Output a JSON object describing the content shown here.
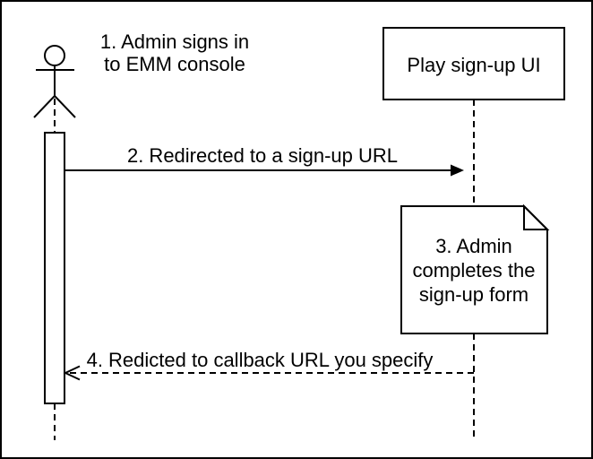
{
  "diagram": {
    "kind": "uml-sequence-diagram",
    "colors": {
      "background": "#ffffff",
      "stroke": "#000000",
      "text": "#000000",
      "note_fold": "#f2f2f2"
    },
    "actor": {
      "label_lines": [
        "1. Admin signs in",
        "to EMM console"
      ]
    },
    "participant": {
      "label": "Play sign-up UI"
    },
    "messages": {
      "request": {
        "label": "2. Redirected to a sign-up URL",
        "style": "solid",
        "direction": "left-to-right"
      },
      "callback": {
        "label": "4. Redicted to callback URL you specify",
        "style": "dashed",
        "direction": "right-to-left"
      }
    },
    "note": {
      "lines": [
        "3. Admin",
        "completes the",
        "sign-up form"
      ]
    }
  }
}
